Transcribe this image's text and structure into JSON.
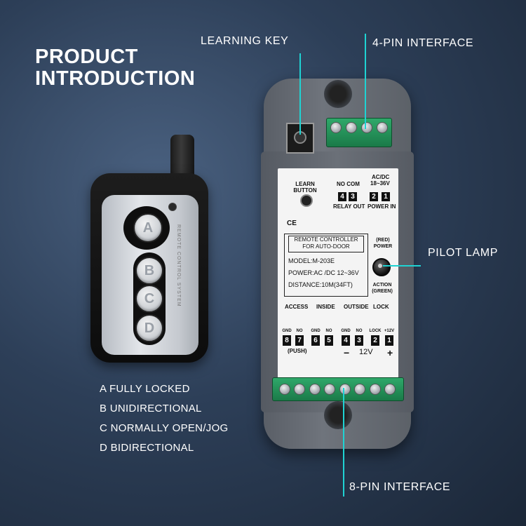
{
  "headline": {
    "line1": "PRODUCT",
    "line2": "INTRODUCTION"
  },
  "callouts": {
    "learning_key": "LEARNING KEY",
    "four_pin": "4-PIN INTERFACE",
    "pilot_lamp": "PILOT LAMP",
    "eight_pin": "8-PIN INTERFACE"
  },
  "modes": [
    "A FULLY LOCKED",
    "B UNIDIRECTIONAL",
    "C NORMALLY OPEN/JOG",
    "D BIDIRECTIONAL"
  ],
  "remote": {
    "buttons": [
      "A",
      "B",
      "C",
      "D"
    ],
    "side_print": "REMOTE CONTROL SYSTEM"
  },
  "controller": {
    "learn_button": "LEARN BUTTON",
    "top_terminals": {
      "no_com": "NO  COM",
      "acdc": "AC/DC",
      "voltage": "18~36V",
      "numbers": [
        "4",
        "3",
        "2",
        "1"
      ],
      "relay_out": "RELAY OUT",
      "power_in": "POWER IN"
    },
    "ce": "CE",
    "info": {
      "title1": "REMOTE CONTROLLER",
      "title2": "FOR AUTO-DOOR",
      "model": "MODEL:M-203E",
      "power": "POWER:AC /DC 12~36V",
      "distance": "DISTANCE:10M(34FT)"
    },
    "red_power": "(RED) POWER",
    "action_green": "ACTION (GREEN)",
    "sections": {
      "access": "ACCESS",
      "inside": "INSIDE",
      "outside": "OUTSIDE",
      "lock": "LOCK"
    },
    "bottom_pins": {
      "sublabels": [
        "GND",
        "NO",
        "GND",
        "NO",
        "GND",
        "NO",
        "LOCK",
        "+12V"
      ],
      "numbers": [
        "8",
        "7",
        "6",
        "5",
        "4",
        "3",
        "2",
        "1"
      ],
      "push": "(PUSH)",
      "minus": "−",
      "voltage": "12V",
      "plus": "+"
    }
  },
  "colors": {
    "accent_line": "#1fd3d3",
    "terminal_green": "#2fa86a",
    "background": "#2d3f58"
  }
}
